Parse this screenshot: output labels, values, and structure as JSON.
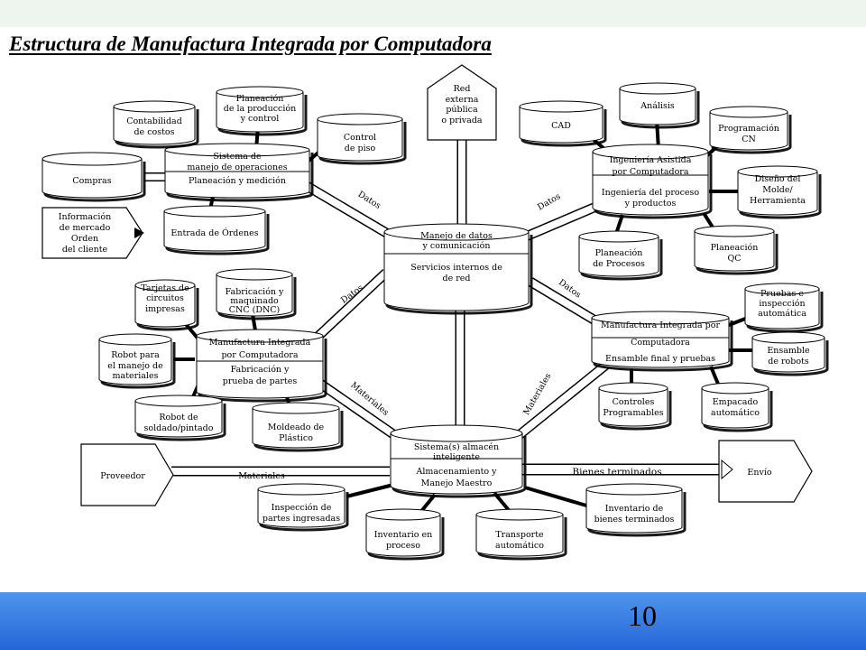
{
  "title": "Estructura de Manufactura Integrada por Computadora",
  "page_number": "10",
  "colors": {
    "footer": "#3a7de4",
    "top_band": "#eef5ee",
    "shape_stroke": "#000000",
    "shape_fill": "#ffffff"
  },
  "hubs": {
    "top_left": [
      "Sistema de",
      "manejo de operaciones",
      "Planeación y medición"
    ],
    "center": [
      "Manejo de datos",
      "y comunicación",
      "Servicios internos de",
      "de red"
    ],
    "top_right": [
      "Ingeniería Asistida",
      "por Computadora",
      "Ingeniería del proceso",
      "y productos"
    ],
    "mid_left": [
      "Manufactura Integrada",
      "por Computadora",
      "Fabricación y",
      "prueba de partes"
    ],
    "mid_right": [
      "Manufactura Integrada por",
      "Computadora",
      "Ensamble final y pruebas"
    ],
    "bottom": [
      "Sistema(s) almacén",
      "inteligente",
      "Almacenamiento y",
      "Manejo Maestro"
    ]
  },
  "nodes": {
    "contabilidad": [
      "Contabilidad",
      "de costos"
    ],
    "planeacion_prod": [
      "Planeación",
      "de la producción",
      "y control"
    ],
    "control_piso": [
      "Control",
      "de piso"
    ],
    "compras": [
      "Compras"
    ],
    "entrada_ordenes": [
      "Entrada de Órdenes"
    ],
    "red_externa": [
      "Red",
      "externa",
      "pública",
      "o privada"
    ],
    "informacion": [
      "Información",
      "de mercado",
      "Orden",
      "del cliente"
    ],
    "cad": [
      "CAD"
    ],
    "analisis": [
      "Análisis"
    ],
    "programacion": [
      "Programación",
      "CN"
    ],
    "diseno": [
      "Diseño del",
      "Molde/",
      "Herramienta"
    ],
    "planeacion_procesos": [
      "Planeación",
      "de Procesos"
    ],
    "planeacion_qc": [
      "Planeación",
      "QC"
    ],
    "tarjetas": [
      "Tarjetas de",
      "circuitos",
      "impresas"
    ],
    "fabricacion_cnc": [
      "Fabricación y",
      "maquinado",
      "CNC (DNC)"
    ],
    "robot_materiales": [
      "Robot para",
      "el manejo de",
      "materiales"
    ],
    "robot_soldado": [
      "Robot de",
      "soldado/pintado"
    ],
    "moldeado": [
      "Moldeado de",
      "Plástico"
    ],
    "pruebas": [
      "Pruebas e",
      "inspección",
      "automática"
    ],
    "ensamble_robots": [
      "Ensamble",
      "de robots"
    ],
    "controles": [
      "Controles",
      "Programables"
    ],
    "empacado": [
      "Empacado",
      "automático"
    ],
    "proveedor": [
      "Proveedor"
    ],
    "envio": [
      "Envío"
    ],
    "inspeccion": [
      "Inspección de",
      "partes ingresadas"
    ],
    "inventario_proceso": [
      "Inventario en",
      "proceso"
    ],
    "transporte": [
      "Transporte",
      "automático"
    ],
    "inventario_bienes": [
      "Inventario de",
      "bienes terminados"
    ]
  },
  "connectors": {
    "datos_1": "Datos",
    "datos_2": "Datos",
    "datos_3": "Datos",
    "datos_4": "Datos",
    "materiales_1": "Materiales",
    "materiales_2": "Materiales",
    "materiales_3": "Materiales",
    "bienes_terminados": "Bienes terminados"
  }
}
